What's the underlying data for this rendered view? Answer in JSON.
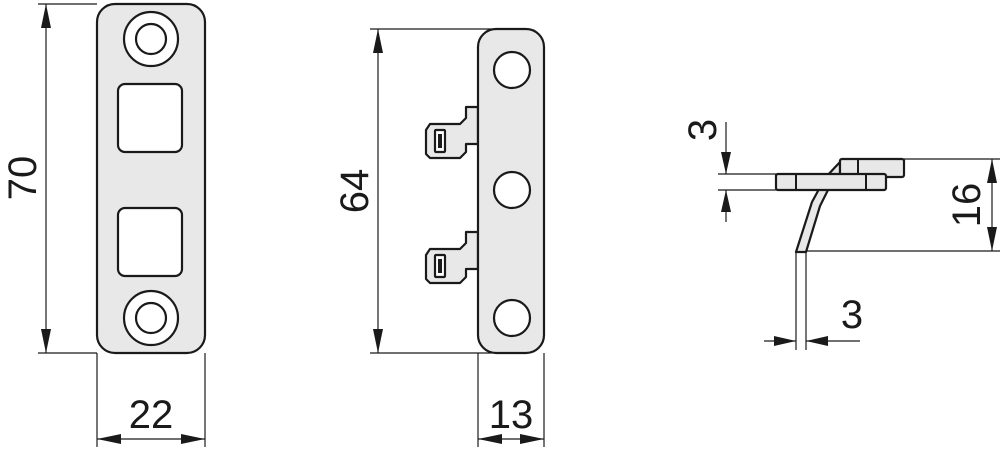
{
  "dimensions": {
    "plate_height": "70",
    "plate_width": "22",
    "spring_height": "64",
    "spring_width": "13",
    "thickness_side": "3",
    "offset_height": "16",
    "thickness_bottom": "3"
  }
}
